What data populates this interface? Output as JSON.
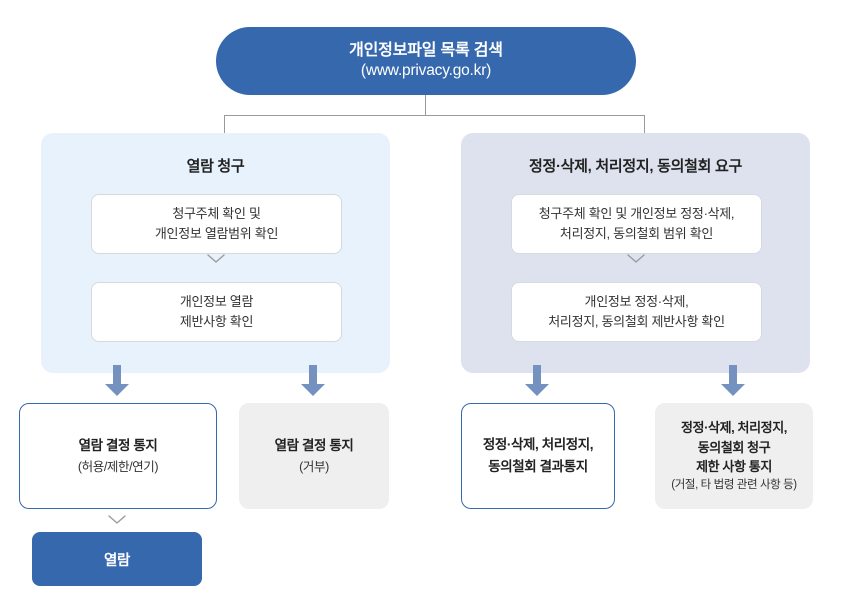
{
  "header": {
    "title": "개인정보파일 목록 검색",
    "subtitle": "(www.privacy.go.kr)",
    "color": "#3668ad"
  },
  "panels": [
    {
      "id": "left",
      "title": "열람 청구",
      "bg": "#e8f2fc",
      "steps": [
        {
          "line1": "청구주체 확인 및",
          "line2": "개인정보 열람범위 확인"
        },
        {
          "line1": "개인정보 열람",
          "line2": "제반사항 확인"
        }
      ]
    },
    {
      "id": "right",
      "title": "정정·삭제, 처리정지, 동의철회 요구",
      "bg": "#dde2ee",
      "steps": [
        {
          "line1": "청구주체 확인 및 개인정보 정정·삭제,",
          "line2": "처리정지, 동의철회 범위 확인"
        },
        {
          "line1": "개인정보 정정·삭제,",
          "line2": "처리정지, 동의철회 제반사항 확인"
        }
      ]
    }
  ],
  "results": [
    {
      "style": "outlined",
      "lines": [
        {
          "text": "열람 결정 통지",
          "emphasis": "strong"
        },
        {
          "text": "(허용/제한/연기)",
          "emphasis": "normal"
        }
      ]
    },
    {
      "style": "filled",
      "lines": [
        {
          "text": "열람 결정 통지",
          "emphasis": "strong"
        },
        {
          "text": "(거부)",
          "emphasis": "normal"
        }
      ]
    },
    {
      "style": "outlined",
      "lines": [
        {
          "text": "정정·삭제, 처리정지,",
          "emphasis": "strong"
        },
        {
          "text": "동의철회 결과통지",
          "emphasis": "strong"
        }
      ]
    },
    {
      "style": "filled",
      "lines": [
        {
          "text": "정정·삭제, 처리정지,",
          "emphasis": "strong"
        },
        {
          "text": "동의철회 청구",
          "emphasis": "strong"
        },
        {
          "text": "제한 사항 통지",
          "emphasis": "strong"
        },
        {
          "text": "(거절, 타 법령 관련 사항 등)",
          "emphasis": "normal"
        }
      ]
    }
  ],
  "final": {
    "label": "열람",
    "color": "#3668ad"
  },
  "icons": {
    "chevron": "chevron-down-icon",
    "arrow": "arrow-down-thick-icon"
  },
  "colors": {
    "brand_blue": "#3668ad",
    "arrow_blue": "#7591c0",
    "panel_left_bg": "#e8f2fc",
    "panel_right_bg": "#dde2ee",
    "result_filled_bg": "#efefef",
    "connector_line": "#9a9a9a"
  }
}
